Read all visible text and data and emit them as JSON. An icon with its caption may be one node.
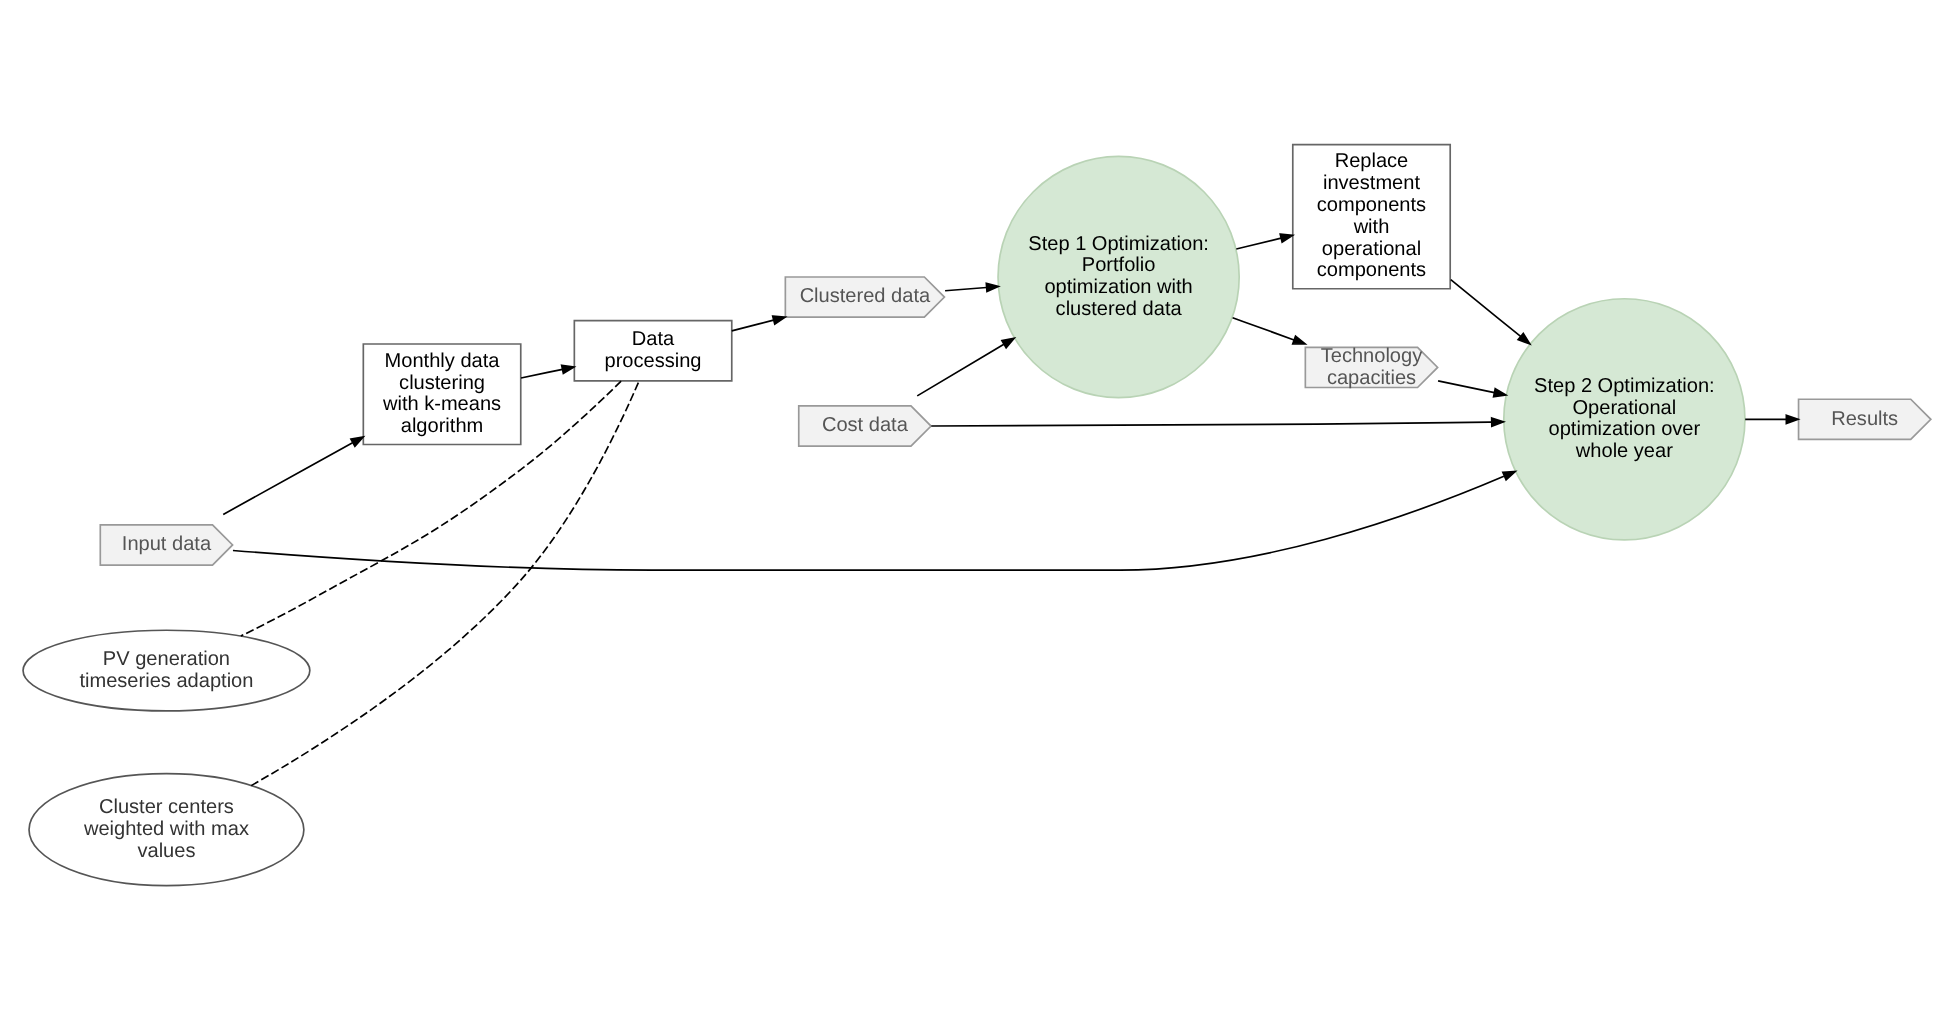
{
  "diagram": {
    "nodes": [
      {
        "text": [
          "Cost data"
        ]
      },
      {
        "text": [
          "Input data"
        ]
      },
      {
        "text": [
          "Monthly data clustering with k-means algorithm"
        ]
      },
      {
        "text": [
          "Data processing"
        ]
      },
      {
        "text": [
          "Cluster centers weighted with max values"
        ]
      },
      {
        "text": [
          "PV generation timeseries adaption"
        ]
      },
      {
        "text": [
          "Clustered data"
        ]
      },
      {
        "text": [
          "Step 1 Optimization: Portfolio optimization with clustered data"
        ]
      },
      {
        "text": [
          "Replace investment components with operational components"
        ]
      },
      {
        "text": [
          "Technology capacities"
        ]
      },
      {
        "text": [
          "Step 2 Optimization: Operational optimization over whole year"
        ]
      },
      {
        "text": [
          "Results"
        ]
      }
    ],
    "edges": [
      {
        "from": 0,
        "to": 7,
        "arrow": "to"
      },
      {
        "from": 0,
        "to": 10,
        "arrow": "to"
      },
      {
        "from": 1,
        "to": 2,
        "arrow": "to"
      },
      {
        "from": 1,
        "to": 10,
        "arrow": "to"
      },
      {
        "from": 2,
        "to": 3,
        "arrow": "to"
      },
      {
        "from": 4,
        "to": 3,
        "arrow": "none",
        "style": "dashed"
      },
      {
        "from": 3,
        "to": 5,
        "arrow": "none",
        "style": "dashed"
      },
      {
        "from": 3,
        "to": 6,
        "arrow": "to"
      },
      {
        "from": 6,
        "to": 7,
        "arrow": "to"
      },
      {
        "from": 7,
        "to": 8,
        "arrow": "to"
      },
      {
        "from": 7,
        "to": 9,
        "arrow": "to"
      },
      {
        "from": 8,
        "to": 10,
        "arrow": "to"
      },
      {
        "from": 9,
        "to": 10,
        "arrow": "to"
      },
      {
        "from": 10,
        "to": 11,
        "arrow": "to"
      }
    ]
  }
}
